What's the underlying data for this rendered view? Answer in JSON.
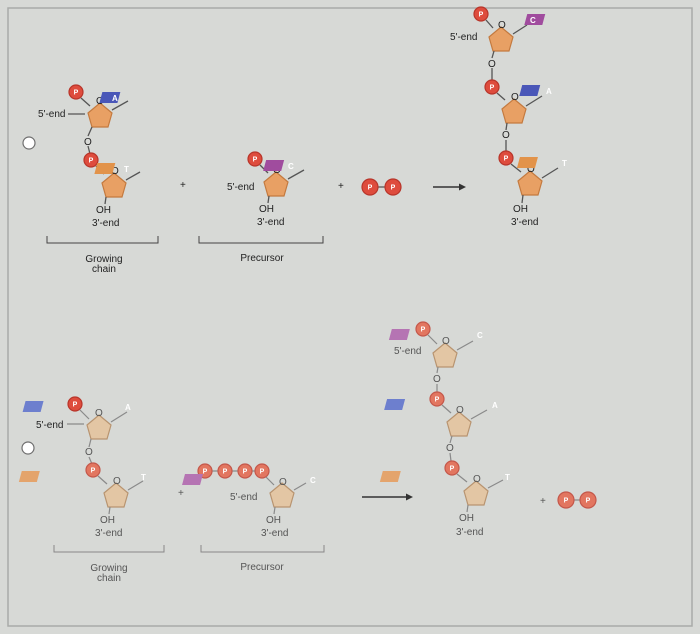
{
  "labels": {
    "five_end": "5'-end",
    "three_end": "3'-end",
    "oh": "OH",
    "o": "O",
    "p": "P",
    "plus": "+",
    "growing_line1": "Growing",
    "growing_line2": "chain",
    "precursor": "Precursor"
  },
  "bases": {
    "a": "A",
    "t": "T",
    "c": "C"
  },
  "colors": {
    "base_a": "#4a57b8",
    "base_t": "#e2934a",
    "base_c": "#a04c9e",
    "phosphate": "#de4c3d",
    "sugar": "#e8a064"
  },
  "options": [
    {
      "id": "option-1"
    },
    {
      "id": "option-2"
    }
  ]
}
